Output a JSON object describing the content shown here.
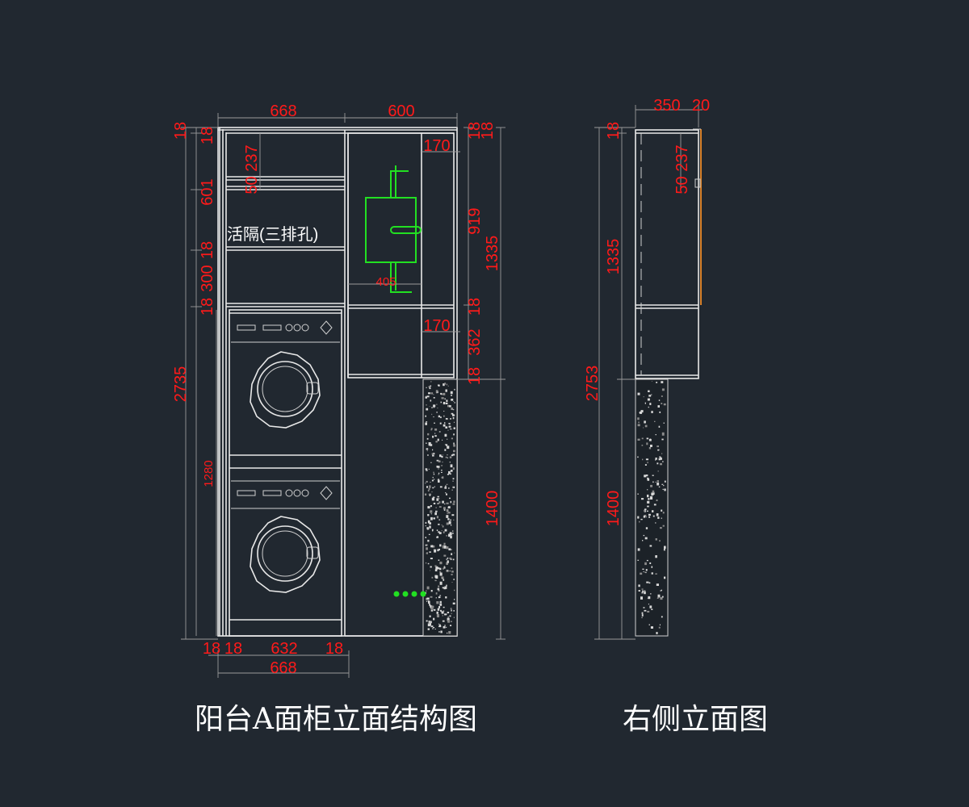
{
  "captions": {
    "front": "阳台A面柜立面结构图",
    "side": "右侧立面图"
  },
  "front": {
    "top_dims": [
      "668",
      "600"
    ],
    "bottom_dims": [
      "18",
      "18",
      "632",
      "18"
    ],
    "bottom_total": "668",
    "left_dims": [
      "18",
      "18",
      "601",
      "50 237",
      "18",
      "300",
      "18",
      "1280"
    ],
    "left_total": "2735",
    "right_inner_dims": [
      "18",
      "170",
      "919",
      "18",
      "170",
      "362",
      "18"
    ],
    "right_total_dims": [
      "18",
      "1335",
      "1400"
    ],
    "shelf_label": "活隔(三排孔)",
    "hanger_dim": "405"
  },
  "side": {
    "top_dims": [
      "350",
      "20"
    ],
    "inner_dims": [
      "50 237"
    ],
    "left_dims": [
      "18",
      "1335",
      "1400"
    ],
    "left_total": "2753"
  }
}
